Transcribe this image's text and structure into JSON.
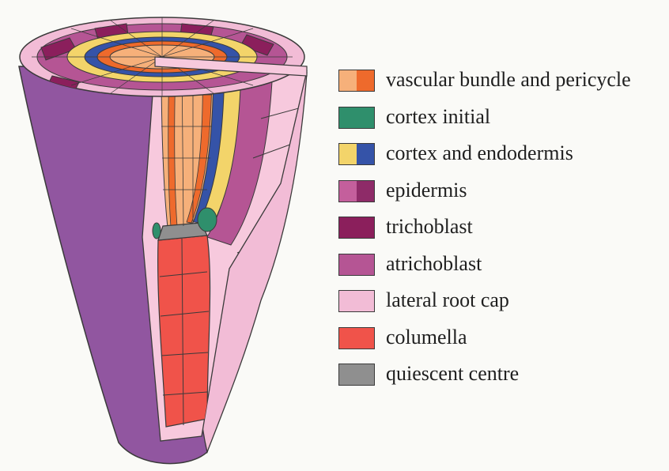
{
  "colors": {
    "background": "#fafaf7",
    "vascular_light": "#f6b07a",
    "vascular_dark": "#ee6a2c",
    "cortex_initial": "#2f8f6c",
    "cortex": "#f3d46a",
    "endodermis": "#3553a8",
    "epidermis_light": "#c45f9c",
    "epidermis_dark": "#8e2b68",
    "trichoblast": "#8b1f5c",
    "atrichoblast": "#b55594",
    "lateral_root_cap": "#f2bcd6",
    "columella": "#f0534a",
    "quiescent_centre": "#8f8f8f",
    "outer_surface": "#9156a0",
    "outline": "#3a3a3a"
  },
  "legend": [
    {
      "label": "vascular bundle and pericycle",
      "swatch": [
        "#f6b07a",
        "#ee6a2c"
      ]
    },
    {
      "label": "cortex initial",
      "swatch": [
        "#2f8f6c"
      ]
    },
    {
      "label": "cortex and endodermis",
      "swatch": [
        "#f3d46a",
        "#3553a8"
      ]
    },
    {
      "label": "epidermis",
      "swatch": [
        "#c45f9c",
        "#8e2b68"
      ]
    },
    {
      "label": "trichoblast",
      "swatch": [
        "#8b1f5c"
      ]
    },
    {
      "label": "atrichoblast",
      "swatch": [
        "#b55594"
      ]
    },
    {
      "label": "lateral root cap",
      "swatch": [
        "#f2bcd6"
      ]
    },
    {
      "label": "columella",
      "swatch": [
        "#f0534a"
      ]
    },
    {
      "label": "quiescent centre",
      "swatch": [
        "#8f8f8f"
      ]
    }
  ]
}
